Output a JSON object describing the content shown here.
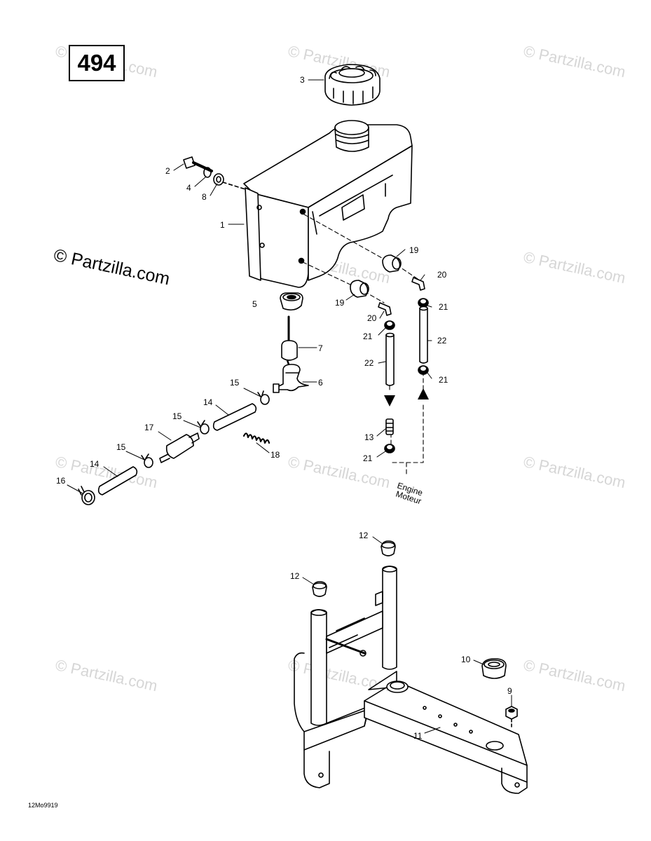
{
  "page_number": "494",
  "figure_code": "12Mo9919",
  "watermark_small": "© Partzilla.com",
  "watermark_large": "© Partzilla.com",
  "engine_label_en": "Engine",
  "engine_label_fr": "Moteur",
  "callouts": {
    "c1": "1",
    "c2": "2",
    "c3": "3",
    "c4": "4",
    "c5": "5",
    "c6": "6",
    "c7": "7",
    "c8": "8",
    "c9": "9",
    "c10": "10",
    "c11": "11",
    "c12a": "12",
    "c12b": "12",
    "c13": "13",
    "c14a": "14",
    "c14b": "14",
    "c15a": "15",
    "c15b": "15",
    "c15c": "15",
    "c16": "16",
    "c17": "17",
    "c18": "18",
    "c19a": "19",
    "c19b": "19",
    "c20a": "20",
    "c20b": "20",
    "c21a": "21",
    "c21b": "21",
    "c21c": "21",
    "c21d": "21",
    "c22a": "22",
    "c22b": "22"
  }
}
